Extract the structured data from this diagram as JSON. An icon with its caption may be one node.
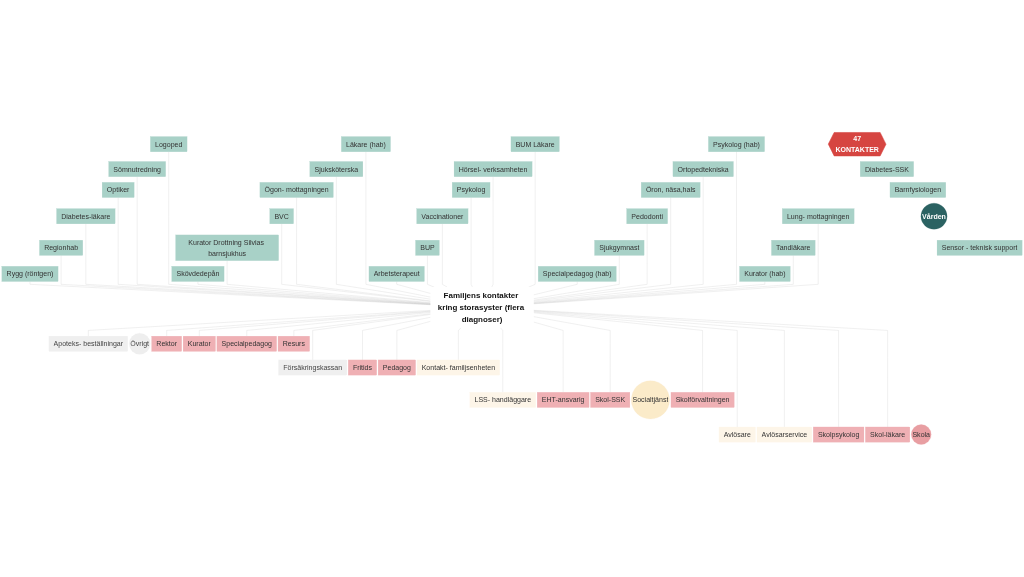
{
  "diagram": {
    "nodes": [
      {
        "text": [
          "47",
          "KONTAKTER"
        ]
      },
      {
        "text": [
          "Diabetes-SSK"
        ]
      },
      {
        "text": [
          "Barnfysiologen"
        ]
      },
      {
        "text": [
          "Rygg (röntgen)"
        ]
      },
      {
        "text": [
          "Vården"
        ]
      },
      {
        "text": [
          "Regionhab"
        ]
      },
      {
        "text": [
          "Diabetes-läkare"
        ]
      },
      {
        "text": [
          "Optiker"
        ]
      },
      {
        "text": [
          "Sömnutredning"
        ]
      },
      {
        "text": [
          "Logoped"
        ]
      },
      {
        "text": [
          "Skövdedepån"
        ]
      },
      {
        "text": [
          "Kurator Drottning Silvias barnsjukhus"
        ]
      },
      {
        "text": [
          "BVC"
        ]
      },
      {
        "text": [
          "Ögon- mottagningen"
        ]
      },
      {
        "text": [
          "Sjuksköterska"
        ]
      },
      {
        "text": [
          "Läkare (hab)"
        ]
      },
      {
        "text": [
          "Arbetsterapeut"
        ]
      },
      {
        "text": [
          "BUP"
        ]
      },
      {
        "text": [
          "Sensor - teknisk support"
        ]
      },
      {
        "text": [
          "Vaccinationer"
        ]
      },
      {
        "text": [
          "Psykolog"
        ]
      },
      {
        "text": [
          "Hörsel- verksamheten"
        ]
      },
      {
        "text": [
          "BUM Läkare"
        ]
      },
      {
        "text": [
          "Specialpedagog (hab)"
        ]
      },
      {
        "text": [
          "Sjukgymnast"
        ]
      },
      {
        "text": [
          "Pedodonti"
        ]
      },
      {
        "text": [
          "Öron, näsa,hals"
        ]
      },
      {
        "text": [
          "Ortopedtekniska"
        ]
      },
      {
        "text": [
          "Psykolog (hab)"
        ]
      },
      {
        "text": [
          "Kurator (hab)"
        ]
      },
      {
        "text": [
          "Tandläkare"
        ]
      },
      {
        "text": [
          "Lung- mottagningen"
        ]
      },
      {
        "text": [
          "Familjens kontakter kring storasyster (flera diagnoser)"
        ]
      },
      {
        "text": [
          "Apoteks- beställningar"
        ]
      },
      {
        "text": [
          "Övrigt"
        ]
      },
      {
        "text": [
          "Försäkringskassan"
        ]
      },
      {
        "text": [
          "LSS- handläggare"
        ]
      },
      {
        "text": [
          "Avlösare"
        ]
      },
      {
        "text": [
          "Rektor"
        ]
      },
      {
        "text": [
          "Fritids"
        ]
      },
      {
        "text": [
          "EHT-ansvarig"
        ]
      },
      {
        "text": [
          "Avlösarservice"
        ]
      },
      {
        "text": [
          "Kurator"
        ]
      },
      {
        "text": [
          "Pedagog"
        ]
      },
      {
        "text": [
          "Skol-SSK"
        ]
      },
      {
        "text": [
          "Socialtjänst"
        ]
      },
      {
        "text": [
          "Skolpsykolog"
        ]
      },
      {
        "text": [
          "Specialpedagog"
        ]
      },
      {
        "text": [
          "Skola"
        ]
      },
      {
        "text": [
          "Kontakt- familjsenheten"
        ]
      },
      {
        "text": [
          "Skolförvaltningen"
        ]
      },
      {
        "text": [
          "Skol-läkare"
        ]
      },
      {
        "text": [
          "Resurs"
        ]
      }
    ],
    "edges": [
      {
        "from": 3,
        "to": 32,
        "arrow": "none"
      },
      {
        "from": 5,
        "to": 32,
        "arrow": "none"
      },
      {
        "from": 6,
        "to": 32,
        "arrow": "none"
      },
      {
        "from": 7,
        "to": 32,
        "arrow": "none"
      },
      {
        "from": 8,
        "to": 32,
        "arrow": "none"
      },
      {
        "from": 9,
        "to": 32,
        "arrow": "none"
      },
      {
        "from": 10,
        "to": 32,
        "arrow": "none"
      },
      {
        "from": 11,
        "to": 32,
        "arrow": "none"
      },
      {
        "from": 12,
        "to": 32,
        "arrow": "none"
      },
      {
        "from": 13,
        "to": 32,
        "arrow": "none"
      },
      {
        "from": 14,
        "to": 32,
        "arrow": "none"
      },
      {
        "from": 15,
        "to": 32,
        "arrow": "none"
      },
      {
        "from": 16,
        "to": 32,
        "arrow": "none"
      },
      {
        "from": 17,
        "to": 32,
        "arrow": "none"
      },
      {
        "from": 19,
        "to": 32,
        "arrow": "none"
      },
      {
        "from": 20,
        "to": 32,
        "arrow": "none"
      },
      {
        "from": 21,
        "to": 32,
        "arrow": "none"
      },
      {
        "from": 22,
        "to": 32,
        "arrow": "none"
      },
      {
        "from": 23,
        "to": 32,
        "arrow": "none"
      },
      {
        "from": 24,
        "to": 32,
        "arrow": "none"
      },
      {
        "from": 25,
        "to": 32,
        "arrow": "none"
      },
      {
        "from": 26,
        "to": 32,
        "arrow": "none"
      },
      {
        "from": 27,
        "to": 32,
        "arrow": "none"
      },
      {
        "from": 28,
        "to": 32,
        "arrow": "none"
      },
      {
        "from": 29,
        "to": 32,
        "arrow": "none"
      },
      {
        "from": 30,
        "to": 32,
        "arrow": "none"
      },
      {
        "from": 31,
        "to": 32,
        "arrow": "none"
      },
      {
        "from": 32,
        "to": 33,
        "arrow": "none"
      },
      {
        "from": 32,
        "to": 35,
        "arrow": "none"
      },
      {
        "from": 32,
        "to": 36,
        "arrow": "none"
      },
      {
        "from": 32,
        "to": 37,
        "arrow": "none"
      },
      {
        "from": 32,
        "to": 38,
        "arrow": "none"
      },
      {
        "from": 32,
        "to": 39,
        "arrow": "none"
      },
      {
        "from": 32,
        "to": 40,
        "arrow": "none"
      },
      {
        "from": 32,
        "to": 41,
        "arrow": "none"
      },
      {
        "from": 32,
        "to": 42,
        "arrow": "none"
      },
      {
        "from": 32,
        "to": 43,
        "arrow": "none"
      },
      {
        "from": 32,
        "to": 44,
        "arrow": "none"
      },
      {
        "from": 32,
        "to": 46,
        "arrow": "none"
      },
      {
        "from": 32,
        "to": 47,
        "arrow": "none"
      },
      {
        "from": 32,
        "to": 49,
        "arrow": "none"
      },
      {
        "from": 32,
        "to": 50,
        "arrow": "none"
      },
      {
        "from": 32,
        "to": 51,
        "arrow": "none"
      },
      {
        "from": 32,
        "to": 52,
        "arrow": "none"
      }
    ]
  }
}
